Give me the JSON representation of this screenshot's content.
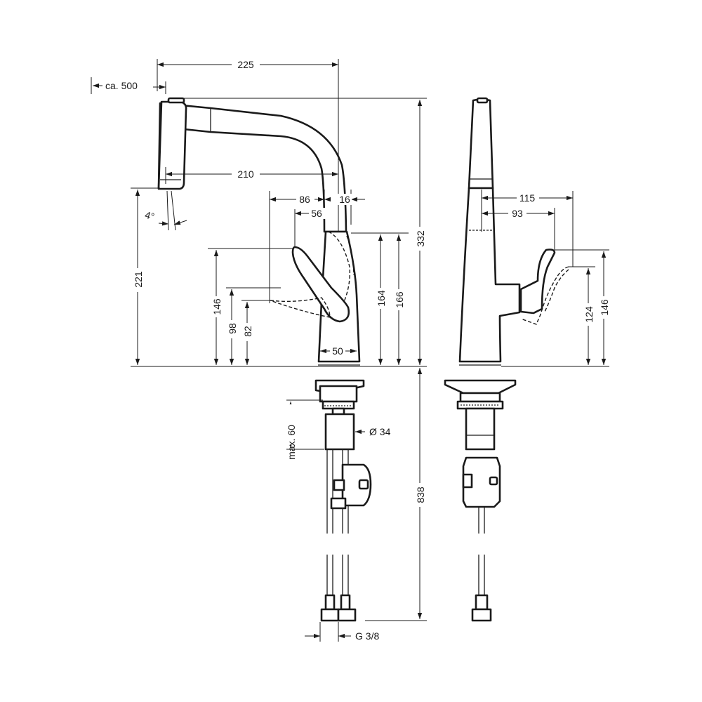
{
  "colors": {
    "line": "#1a1a1a",
    "background": "#ffffff"
  },
  "dimensions": {
    "reach_total": "225",
    "pullout": "ca. 500",
    "reach_spout": "210",
    "d86": "86",
    "d16": "16",
    "d56": "56",
    "height_spout": "221",
    "tilt": "4°",
    "total_height": "332",
    "h146_left": "146",
    "h98": "98",
    "h82": "82",
    "h164": "164",
    "h166": "166",
    "base_width": "50",
    "max_thickness": "max. 60",
    "shank_dia": "Ø 34",
    "hose_length": "838",
    "thread": "G 3/8",
    "side_115": "115",
    "side_93": "93",
    "side_124": "124",
    "side_146": "146"
  }
}
